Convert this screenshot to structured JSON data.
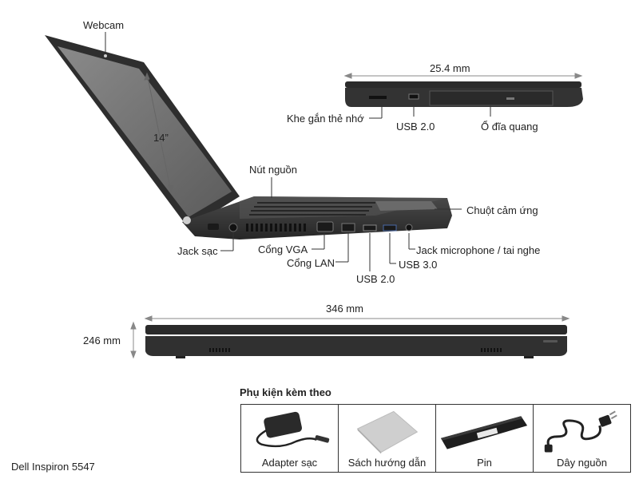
{
  "labels": {
    "webcam": "Webcam",
    "screen_size": "14”",
    "power_button": "Nút nguồn",
    "touchpad": "Chuột cảm ứng",
    "charge_jack": "Jack sạc",
    "vga_port": "Cổng VGA",
    "lan_port": "Cổng LAN",
    "usb2_side": "USB 2.0",
    "usb3": "USB 3.0",
    "audio_jack": "Jack microphone / tai nghe",
    "thickness": "25.4 mm",
    "card_slot": "Khe gắn thẻ nhớ",
    "usb2_right": "USB 2.0",
    "optical_drive": "Ổ đĩa quang",
    "width": "346 mm",
    "depth": "246 mm"
  },
  "accessories": {
    "title": "Phụ kiện kèm theo",
    "items": [
      {
        "label": "Adapter sạc",
        "icon": "power-adapter-icon"
      },
      {
        "label": "Sách hướng dẫn",
        "icon": "manual-book-icon"
      },
      {
        "label": "Pin",
        "icon": "battery-icon"
      },
      {
        "label": "Dây nguồn",
        "icon": "power-cord-icon"
      }
    ]
  },
  "model_name": "Dell Inspiron 5547",
  "colors": {
    "body": "#3a3a3a",
    "dark": "#1e1e1e",
    "line": "#555555",
    "screen": "#7a7a7a"
  }
}
